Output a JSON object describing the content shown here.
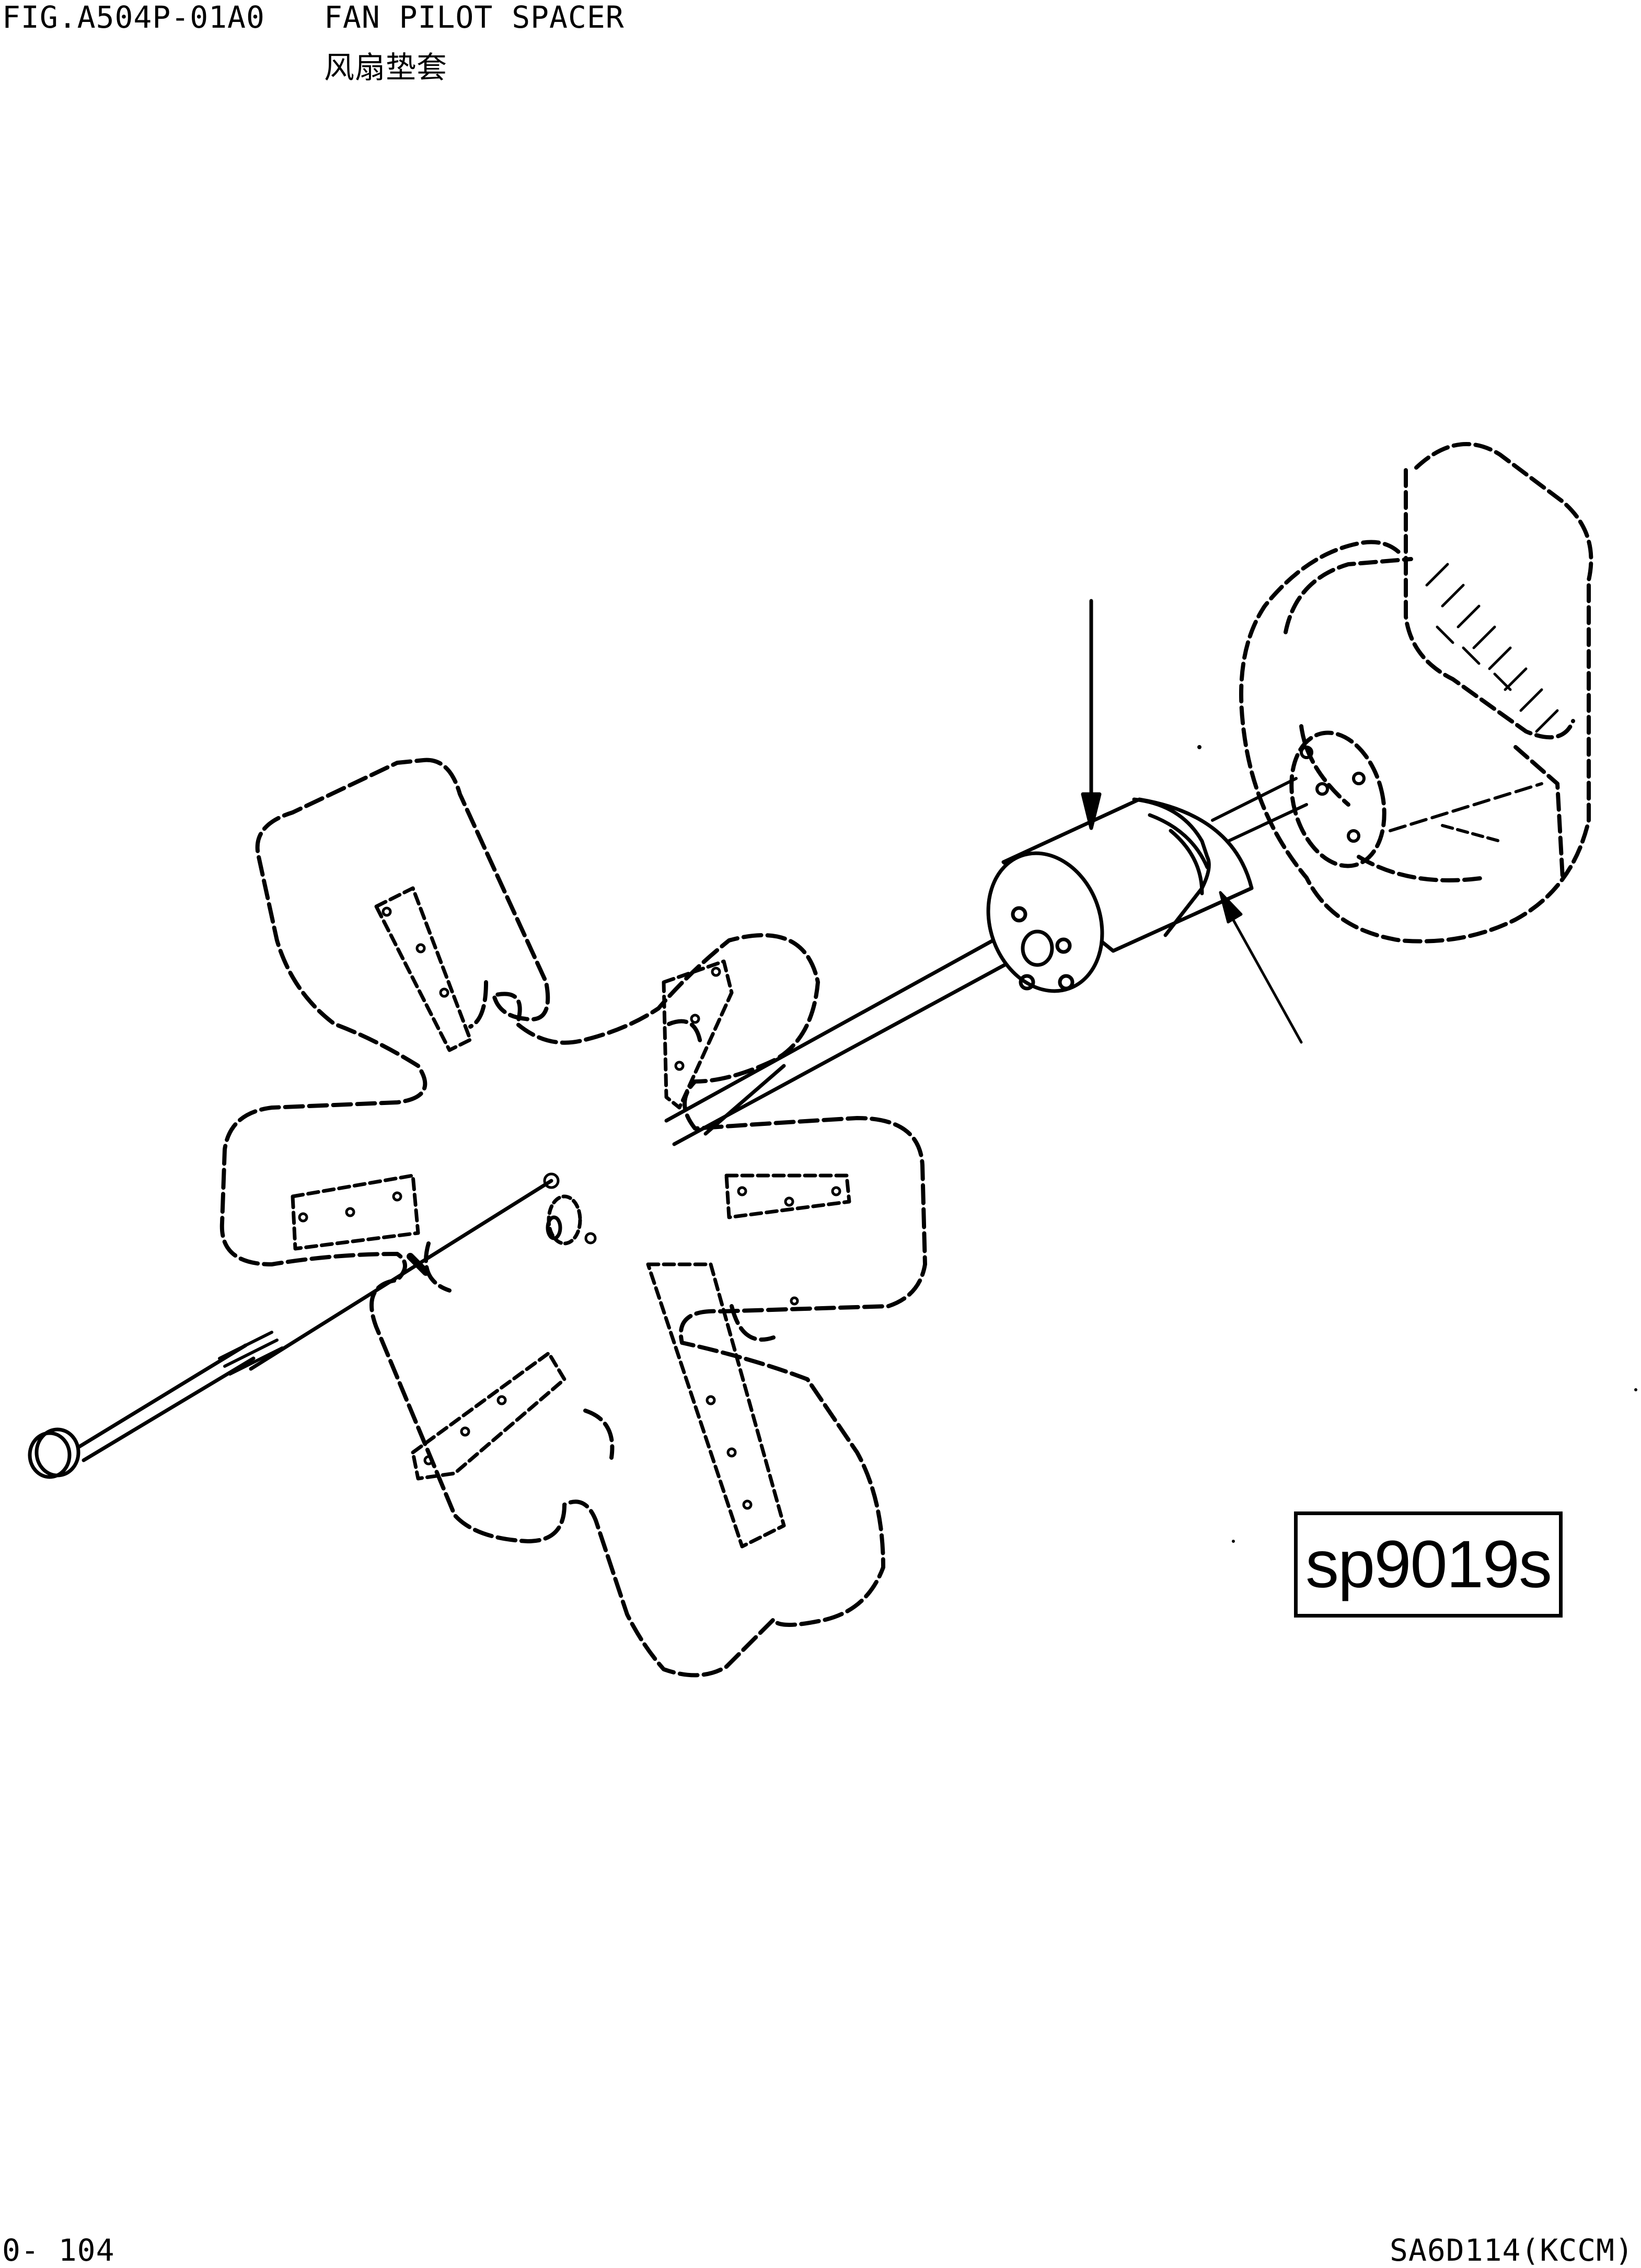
{
  "header": {
    "figure_number": "FIG.A504P-01A0",
    "title": "FAN PILOT SPACER",
    "title_cn": "风扇垫套"
  },
  "diagram": {
    "reference_code": "sp9019s"
  },
  "footer": {
    "page_number": "0- 104",
    "engine_model": "SA6D114(KCCM)"
  }
}
